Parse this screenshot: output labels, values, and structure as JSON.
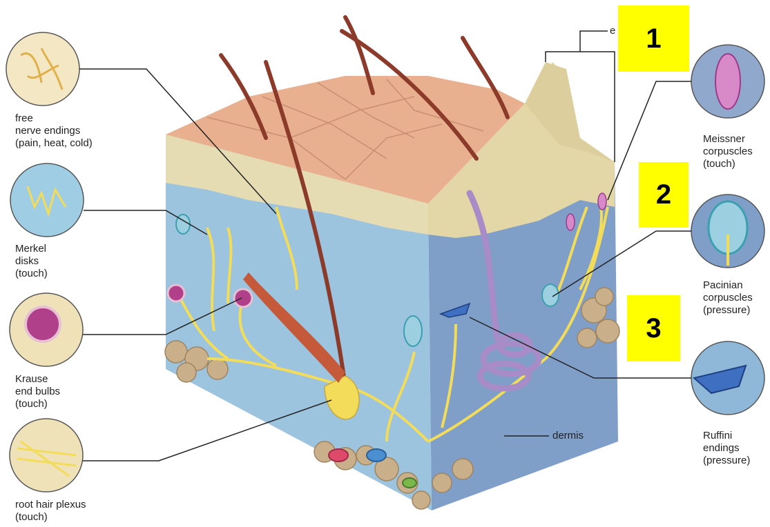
{
  "labels": {
    "free_nerve_endings": [
      "free",
      "nerve endings",
      "(pain, heat, cold)"
    ],
    "merkel_disks": [
      "Merkel",
      "disks",
      "(touch)"
    ],
    "krause_end_bulbs": [
      "Krause",
      "end bulbs",
      "(touch)"
    ],
    "root_hair_plexus": [
      "root hair plexus",
      "(touch)"
    ],
    "meissner_corpuscles": [
      "Meissner",
      "corpuscles",
      "(touch)"
    ],
    "pacinian_corpuscles": [
      "Pacinian",
      "corpuscles",
      "(pressure)"
    ],
    "ruffini_endings": [
      "Ruffini",
      "endings",
      "(pressure)"
    ],
    "dermis": "dermis",
    "epidermis_partial": "e"
  },
  "markers": [
    "1",
    "2",
    "3"
  ],
  "colors": {
    "marker_bg": "#ffff00",
    "skin_surface": "#e8b08f",
    "epidermis": "#e6dcb4",
    "dermis": "#8fb8d8",
    "nerve": "#f2dc5a",
    "hair": "#8c3b2a",
    "fat": "#c9b08a",
    "sweat_gland": "#a78cc8",
    "vessel_red": "#e04a6a",
    "vessel_blue": "#4a8fd0",
    "vessel_green": "#7ab84a"
  }
}
